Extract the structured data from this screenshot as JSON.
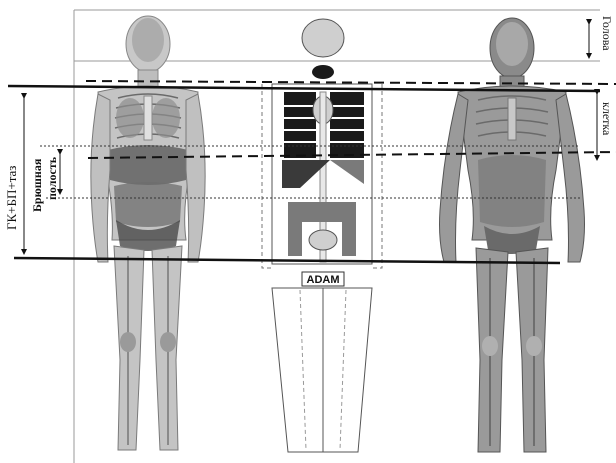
{
  "labels": {
    "head": "Голова",
    "chest": "клетка",
    "abdomen_line1": "Брюшная",
    "abdomen_line2": "полость",
    "left_group": "ГК+БП+таз",
    "phantom_name": "ADAM"
  },
  "colors": {
    "human_fill": "#bdbdbd",
    "human_dark": "#6a6a6a",
    "organ_dark": "#3c3c3c",
    "phantom_black": "#1a1a1a",
    "phantom_gray": "#7a7a7a",
    "phantom_light": "#cfcfcf"
  },
  "icons": [
    "left-human-model",
    "adam-phantom-schematic",
    "right-human-model"
  ]
}
